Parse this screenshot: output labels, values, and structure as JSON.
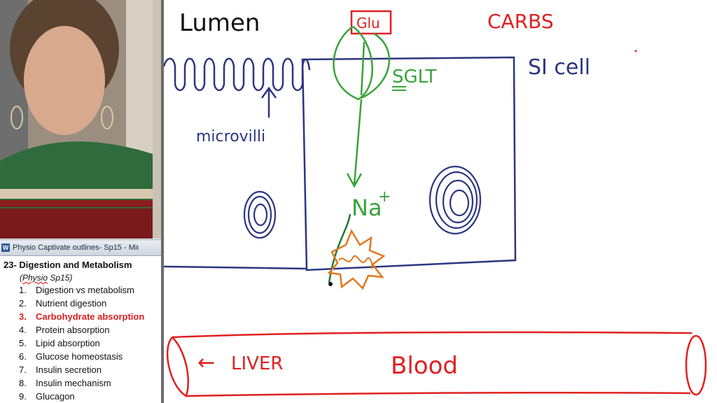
{
  "word_window": {
    "title": "Physio Captivate outlines- Sp15 - Mic...",
    "icon_label": "W",
    "menu_label": "…"
  },
  "outline": {
    "heading": "23- Digestion and Metabolism",
    "subheading_prefix": "(",
    "subheading_squiggle": "Physio",
    "subheading_suffix": " Sp15)",
    "items": [
      {
        "num": "1.",
        "label": "Digestion vs metabolism",
        "active": false
      },
      {
        "num": "2.",
        "label": "Nutrient digestion",
        "active": false
      },
      {
        "num": "3.",
        "label": "Carbohydrate absorption",
        "active": true
      },
      {
        "num": "4.",
        "label": "Protein absorption",
        "active": false
      },
      {
        "num": "5.",
        "label": "Lipid absorption",
        "active": false
      },
      {
        "num": "6.",
        "label": "Glucose homeostasis",
        "active": false
      },
      {
        "num": "7.",
        "label": "Insulin secretion",
        "active": false
      },
      {
        "num": "8.",
        "label": "Insulin mechanism",
        "active": false
      },
      {
        "num": "9.",
        "label": "Glucagon",
        "active": false
      }
    ],
    "active_color": "#d82020"
  },
  "whiteboard": {
    "labels": {
      "lumen": "Lumen",
      "carbs": "CARBS",
      "glu": "Glu",
      "sglt": "SGLT",
      "si_cell": "SI cell",
      "microvilli": "microvilli",
      "na": "Na",
      "na_sup": "+",
      "liver": "LIVER",
      "blood": "Blood",
      "liver_arrow": "←"
    },
    "colors": {
      "navy": "#2c3580",
      "red": "#e02020",
      "green": "#3aa33a",
      "darkgreen": "#1f7a34",
      "orange": "#e0781e",
      "black": "#111111"
    }
  }
}
